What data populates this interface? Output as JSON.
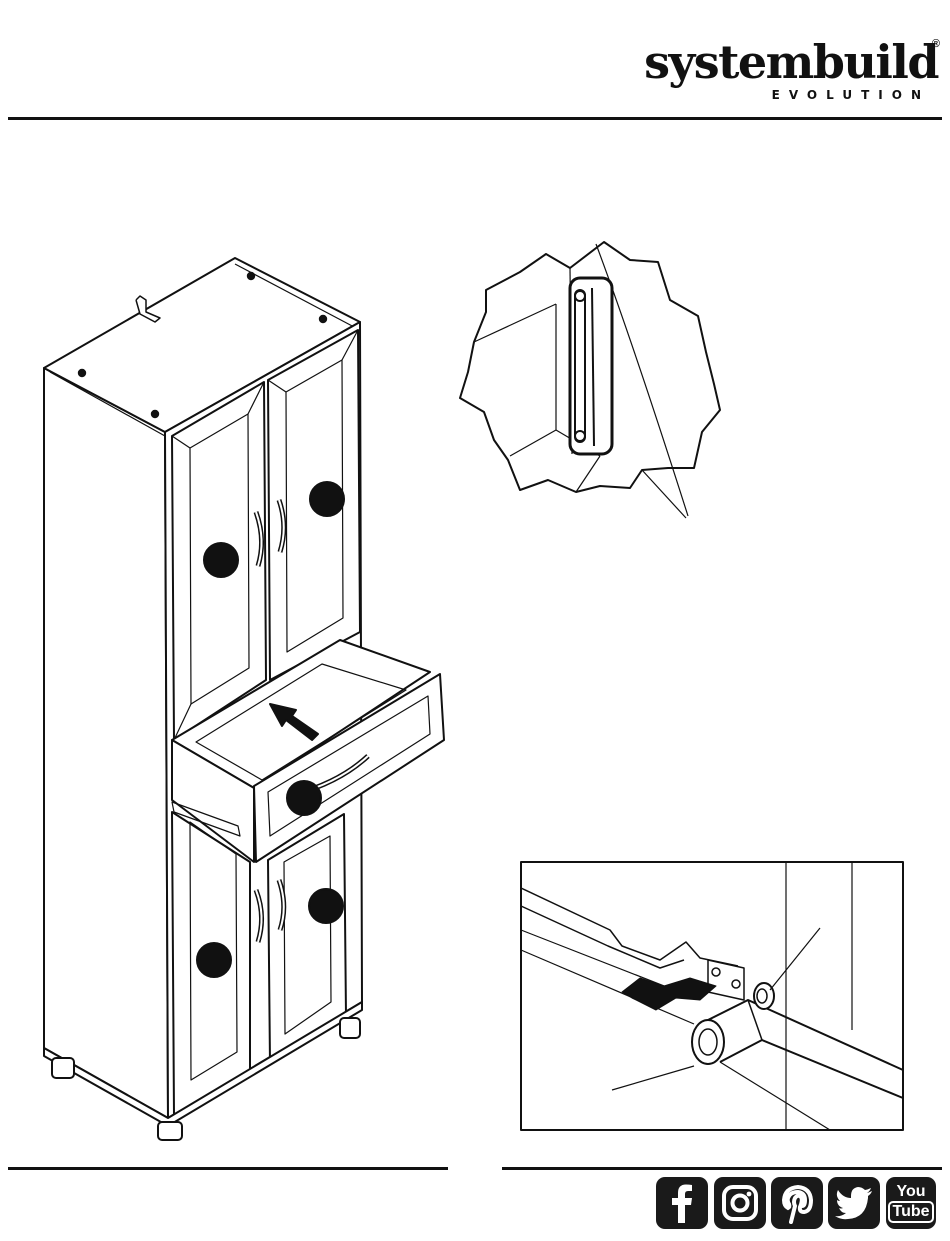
{
  "brand": {
    "name": "systembuild",
    "registered_mark": "®",
    "subtitle": "EVOLUTION"
  },
  "social_icons": [
    {
      "name": "facebook-icon"
    },
    {
      "name": "instagram-icon"
    },
    {
      "name": "pinterest-icon"
    },
    {
      "name": "twitter-icon"
    },
    {
      "name": "youtube-icon",
      "label_top": "You",
      "label_bottom": "Tube"
    }
  ]
}
